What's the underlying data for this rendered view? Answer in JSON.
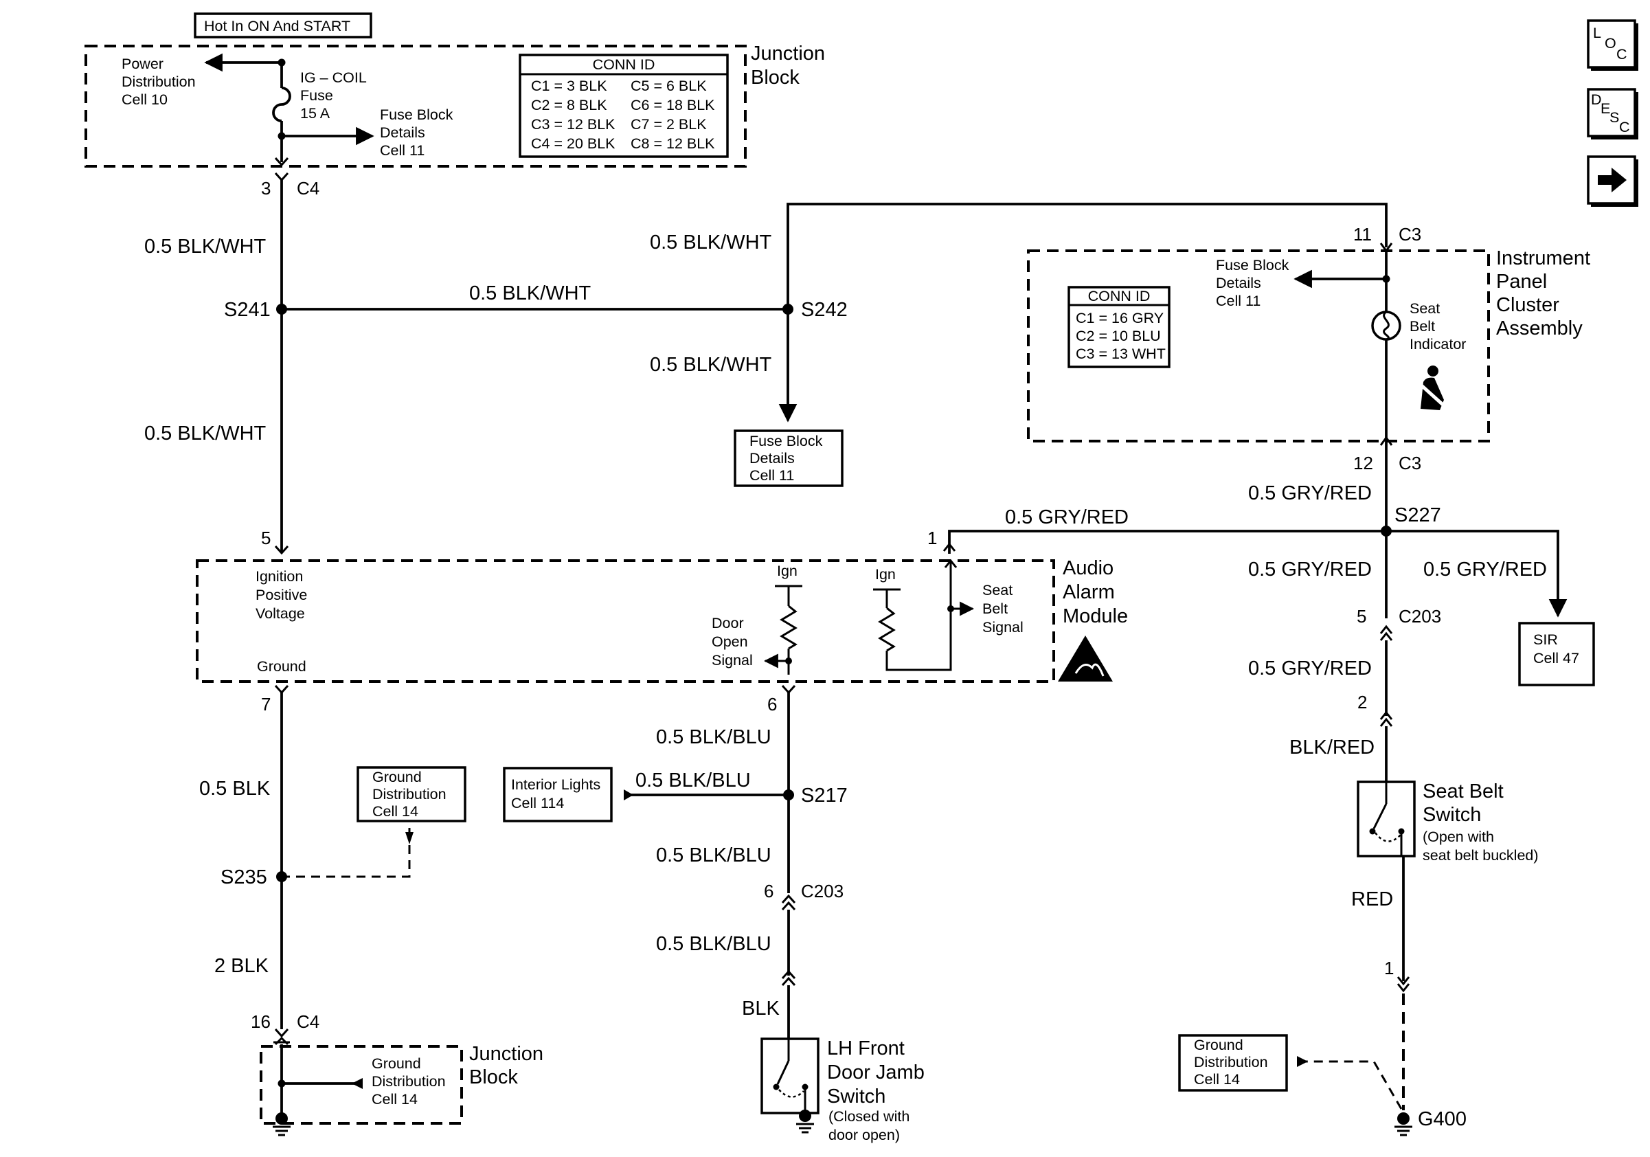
{
  "hot_label": "Hot In ON And START",
  "junction_block_top": {
    "title_line1": "Junction",
    "title_line2": "Block",
    "power_dist": [
      "Power",
      "Distribution",
      "Cell 10"
    ],
    "fuse": [
      "IG – COIL",
      "Fuse",
      "15 A"
    ],
    "fuse_block_details": [
      "Fuse Block",
      "Details",
      "Cell 11"
    ],
    "conn_id": {
      "header": "CONN ID",
      "rows": [
        [
          "C1 = 3 BLK",
          "C5 = 6 BLK"
        ],
        [
          "C2 = 8 BLK",
          "C6 = 18 BLK"
        ],
        [
          "C3 = 12 BLK",
          "C7 = 2 BLK"
        ],
        [
          "C4 = 20 BLK",
          "C8 = 12 BLK"
        ]
      ]
    }
  },
  "wires": {
    "blk_wht": "0.5 BLK/WHT",
    "gry_red": "0.5 GRY/RED",
    "blk_blu": "0.5 BLK/BLU",
    "blk_05": "0.5 BLK",
    "blk_2": "2 BLK",
    "blk": "BLK",
    "blk_red": "BLK/RED",
    "red": "RED"
  },
  "pins": {
    "p3": "3",
    "c4": "C4",
    "p11": "11",
    "c3": "C3",
    "p12": "12",
    "p5": "5",
    "p1": "1",
    "p7": "7",
    "p6": "6",
    "c203": "C203",
    "p2": "2",
    "p16": "16"
  },
  "splices": {
    "s241": "S241",
    "s242": "S242",
    "s227": "S227",
    "s217": "S217",
    "s235": "S235",
    "g400": "G400"
  },
  "fuse_block_details_mid": [
    "Fuse Block",
    "Details",
    "Cell 11"
  ],
  "ipc": {
    "title": [
      "Instrument",
      "Panel",
      "Cluster",
      "Assembly"
    ],
    "fuse_block_details": [
      "Fuse Block",
      "Details",
      "Cell 11"
    ],
    "conn_id": {
      "header": "CONN ID",
      "rows": [
        "C1 = 16 GRY",
        "C2 = 10 BLU",
        "C3 = 13 WHT"
      ]
    },
    "indicator": [
      "Seat",
      "Belt",
      "Indicator"
    ]
  },
  "aam": {
    "title": [
      "Audio",
      "Alarm",
      "Module"
    ],
    "ign_pos": [
      "Ignition",
      "Positive",
      "Voltage"
    ],
    "ground": "Ground",
    "ign": "Ign",
    "door_open": [
      "Door",
      "Open",
      "Signal"
    ],
    "seat_belt_sig": [
      "Seat",
      "Belt",
      "Signal"
    ]
  },
  "sir": [
    "SIR",
    "Cell 47"
  ],
  "interior_lights": [
    "Interior Lights",
    "Cell 114"
  ],
  "ground_dist": [
    "Ground",
    "Distribution",
    "Cell 14"
  ],
  "seat_belt_switch": {
    "title": [
      "Seat Belt",
      "Switch"
    ],
    "note": [
      "(Open with",
      "seat belt buckled)"
    ]
  },
  "door_switch": {
    "title": [
      "LH Front",
      "Door Jamb",
      "Switch"
    ],
    "note": [
      "(Closed with",
      "door open)"
    ]
  },
  "junction_block_bottom": {
    "title_line1": "Junction",
    "title_line2": "Block",
    "ground_dist": [
      "Ground",
      "Distribution",
      "Cell 14"
    ]
  },
  "nav": {
    "loc": [
      "L",
      "O",
      "C"
    ],
    "desc": [
      "D",
      "E",
      "S",
      "C"
    ],
    "next_icon": "arrow-right-icon"
  }
}
